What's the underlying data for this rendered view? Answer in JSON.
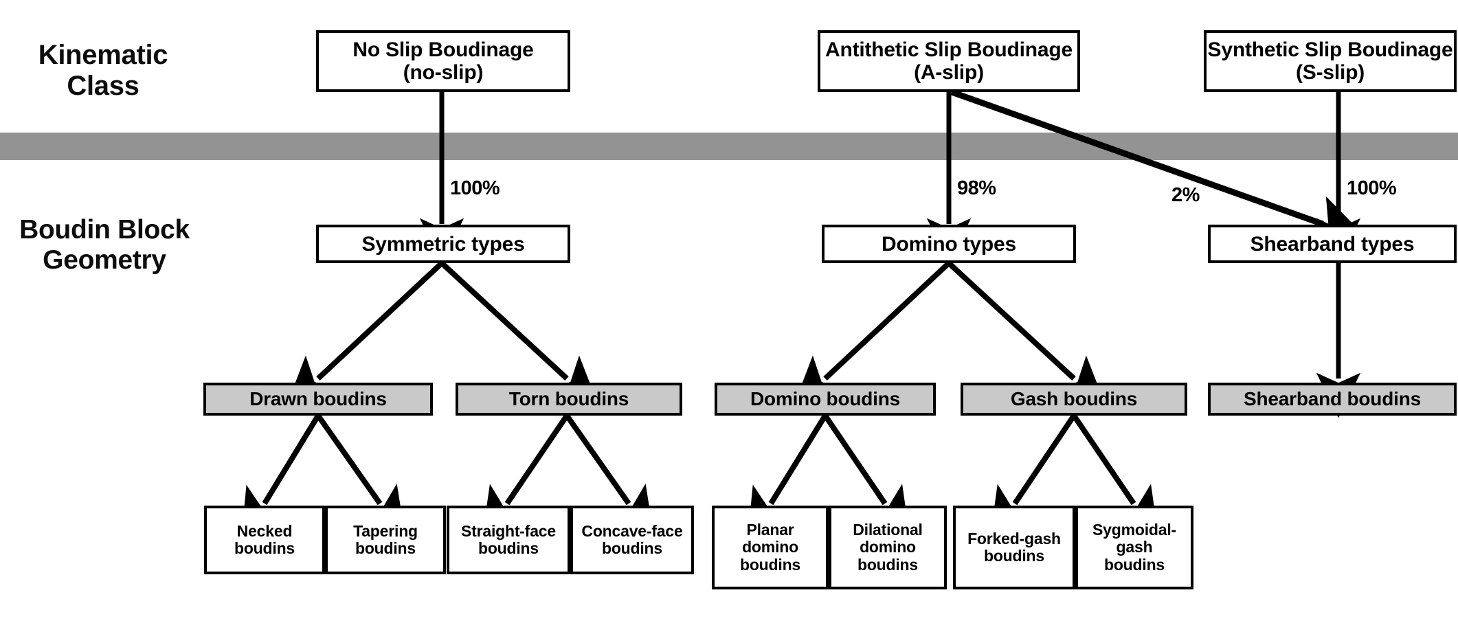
{
  "diagram": {
    "title_rows": [
      {
        "id": "kinematic-class",
        "label": "Kinematic\nClass"
      },
      {
        "id": "boudin-block-geometry",
        "label": "Boudin Block\nGeometry"
      }
    ],
    "shear_band": {
      "name": "shear-zone-band",
      "color": "#939393"
    },
    "colors": {
      "box_fill": "#ffffff",
      "shaded_box_fill": "#c9c9c9",
      "stroke": "#000000",
      "band": "#939393"
    },
    "level1": [
      {
        "id": "no-slip",
        "label": "No Slip Boudinage\n(no-slip)"
      },
      {
        "id": "a-slip",
        "label": "Antithetic Slip Boudinage\n(A-slip)"
      },
      {
        "id": "s-slip",
        "label": "Synthetic Slip Boudinage\n(S-slip)"
      }
    ],
    "level2": [
      {
        "id": "symmetric-types",
        "label": "Symmetric types"
      },
      {
        "id": "domino-types",
        "label": "Domino types"
      },
      {
        "id": "shearband-types",
        "label": "Shearband types"
      }
    ],
    "level3": [
      {
        "id": "drawn-boudins",
        "label": "Drawn boudins"
      },
      {
        "id": "torn-boudins",
        "label": "Torn boudins"
      },
      {
        "id": "domino-boudins",
        "label": "Domino  boudins"
      },
      {
        "id": "gash-boudins",
        "label": "Gash boudins"
      },
      {
        "id": "shearband-boudins",
        "label": "Shearband boudins"
      }
    ],
    "level4": [
      {
        "id": "necked-boudins",
        "label": "Necked\nboudins"
      },
      {
        "id": "tapering-boudins",
        "label": "Tapering\nboudins"
      },
      {
        "id": "straight-face-boudins",
        "label": "Straight-face\nboudins"
      },
      {
        "id": "concave-face-boudins",
        "label": "Concave-face\nboudins"
      },
      {
        "id": "planar-domino-boudins",
        "label": "Planar\ndomino\nboudins"
      },
      {
        "id": "dilational-domino-boudins",
        "label": "Dilational\ndomino\nboudins"
      },
      {
        "id": "forked-gash-boudins",
        "label": "Forked-gash\nboudins"
      },
      {
        "id": "sygmoidal-gash-boudins",
        "label": "Sygmoidal-\ngash\nboudins"
      }
    ],
    "percent_labels": [
      {
        "id": "pct-no-slip",
        "value": "100%"
      },
      {
        "id": "pct-a-slip-domino",
        "value": "98%"
      },
      {
        "id": "pct-a-slip-shearband",
        "value": "2%"
      },
      {
        "id": "pct-s-slip-shearband",
        "value": "100%"
      }
    ]
  }
}
